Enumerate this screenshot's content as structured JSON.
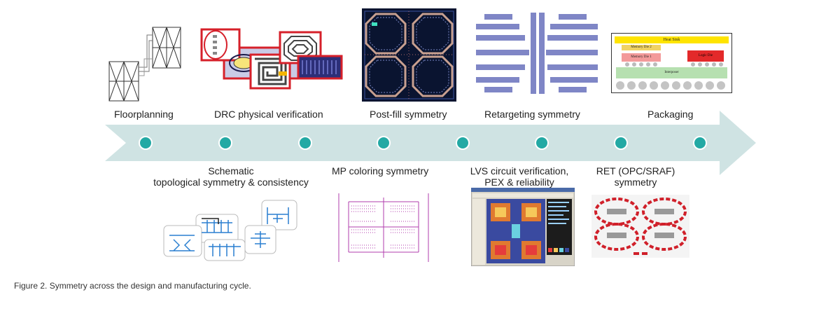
{
  "top_labels": {
    "floorplanning": "Floorplanning",
    "drc": "DRC physical verification",
    "postfill": "Post-fill symmetry",
    "retargeting": "Retargeting symmetry",
    "packaging": "Packaging"
  },
  "bottom_labels": {
    "schematic_line1": "Schematic",
    "schematic_line2": "topological symmetry & consistency",
    "mp_coloring": "MP coloring symmetry",
    "lvs_line1": "LVS circuit verification,",
    "lvs_line2": "PEX & reliability",
    "ret_line1": "RET (OPC/SRAF)",
    "ret_line2": "symmetry"
  },
  "packaging_image": {
    "heat_sink": "Heat Sink",
    "memory_die_2": "Memory Die 2",
    "memory_die_1": "Memory Die 1",
    "logic_die": "Logic Die",
    "interposer": "Interposer"
  },
  "caption": "Figure 2. Symmetry across the design and manufacturing cycle.",
  "colors": {
    "arrow": "#cfe3e3",
    "dot": "#23a9a4",
    "drc_red": "#d6202a",
    "fill_dark": "#0a1430",
    "retarget": "#7f86c6",
    "ret_red": "#d0202a",
    "mp_pink": "#b03cae"
  }
}
